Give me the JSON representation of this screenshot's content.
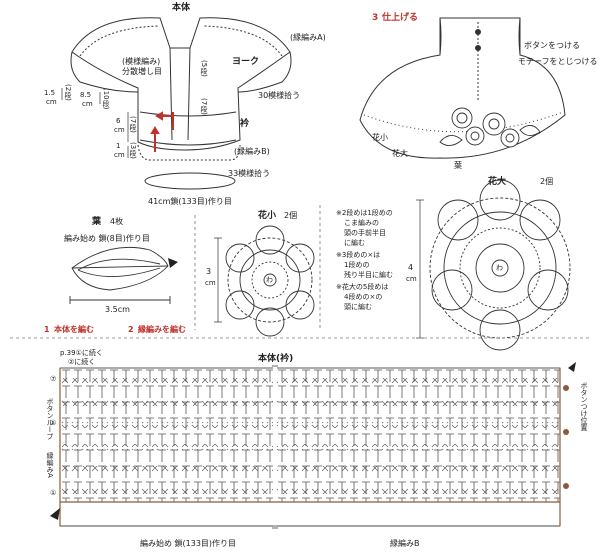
{
  "body_diagram": {
    "title": "本体",
    "edge_label": "(縁編みA)",
    "left_label_1": "(模様編み)",
    "left_label_2": "分散増し目",
    "yoke_label": "ヨーク",
    "band_label": "衿",
    "pattern_30": "30模様拾う",
    "edge_b": "(縁編みB)",
    "pattern_33": "33模様拾う",
    "base_chain": "41cm鎖(133目)作り目",
    "dim_15": "1.5",
    "dim_15_unit": "cm",
    "dim_2": "(2段)",
    "dim_85": "8.5",
    "dim_85_unit": "cm",
    "dim_10": "(10段)",
    "dim_6": "6",
    "dim_6_unit": "cm",
    "dim_7": "(7段)",
    "dim_1": "1",
    "dim_1_unit": "cm",
    "dim_3": "(3段)",
    "dim_5": "(5段)",
    "dim_7r": "(7段)"
  },
  "finish": {
    "step": "3",
    "title": "仕上げる",
    "button_label": "ボタンをつける",
    "motif_label": "モチーフをとじつける",
    "flower_small": "花小",
    "flower_large": "花大",
    "leaf": "葉"
  },
  "leaf_chart": {
    "title": "葉",
    "count": "4枚",
    "start_label": "編み始め 鎖(8目)作り目",
    "width": "3.5cm"
  },
  "flower_small_chart": {
    "title": "花小",
    "count": "2個",
    "size": "3",
    "size_unit": "cm",
    "center_label": "わ"
  },
  "flower_large_chart": {
    "title": "花大",
    "count": "2個",
    "size": "4",
    "size_unit": "cm",
    "center_label": "わ",
    "note_1": "※2段めは1段めの",
    "note_2": "こま編みの",
    "note_3": "頭の手前半目",
    "note_4": "に編む",
    "note_5": "※3段めの×は",
    "note_6": "1段めの",
    "note_7": "残り半目に編む",
    "note_8": "※花大の5段めは",
    "note_9": "4段めの×の",
    "note_10": "頭に編む"
  },
  "steps": {
    "step1_num": "1",
    "step1_text": "本体を編む",
    "step2_num": "2",
    "step2_text": "縁編みを編む"
  },
  "main_chart": {
    "title": "本体(衿)",
    "ref_1": "p.39①に続く",
    "ref_2": "②に続く",
    "button_loop": "ボタンループ",
    "edge_a": "縁編みA",
    "button_pos": "ボタンつけ位置",
    "start_label": "編み始め 鎖(133目)作り目",
    "edge_b": "縁編みB",
    "row_numbers": [
      "⑦",
      "⑤",
      "①"
    ]
  },
  "colors": {
    "ink": "#222222",
    "accent": "#c0322b",
    "edge": "#8b5a3c",
    "grid": "#444444"
  }
}
